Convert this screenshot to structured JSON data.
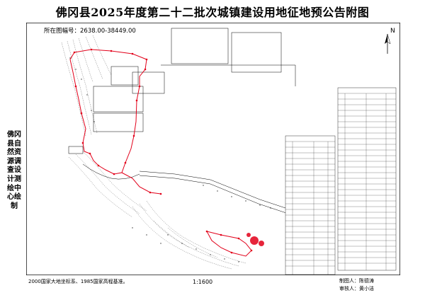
{
  "title": "佛冈县2025年度第二十二批次城镇建设用地征地预公告附图",
  "sheet_number": "所在图幅号：2638.00-38449.00",
  "north_label": "N",
  "side_credit": "佛冈县自然资源调查设计测绘中心绘制",
  "footer": {
    "datum_note": "2000国家大地坐标系、1985国家高程基准。",
    "scale": "1:1600",
    "drawn_by": "制图人：陈德涛",
    "checked_by": "审核人：黄小洁"
  },
  "legend_symbols": [
    "boundary-line",
    "boundary-point"
  ]
}
